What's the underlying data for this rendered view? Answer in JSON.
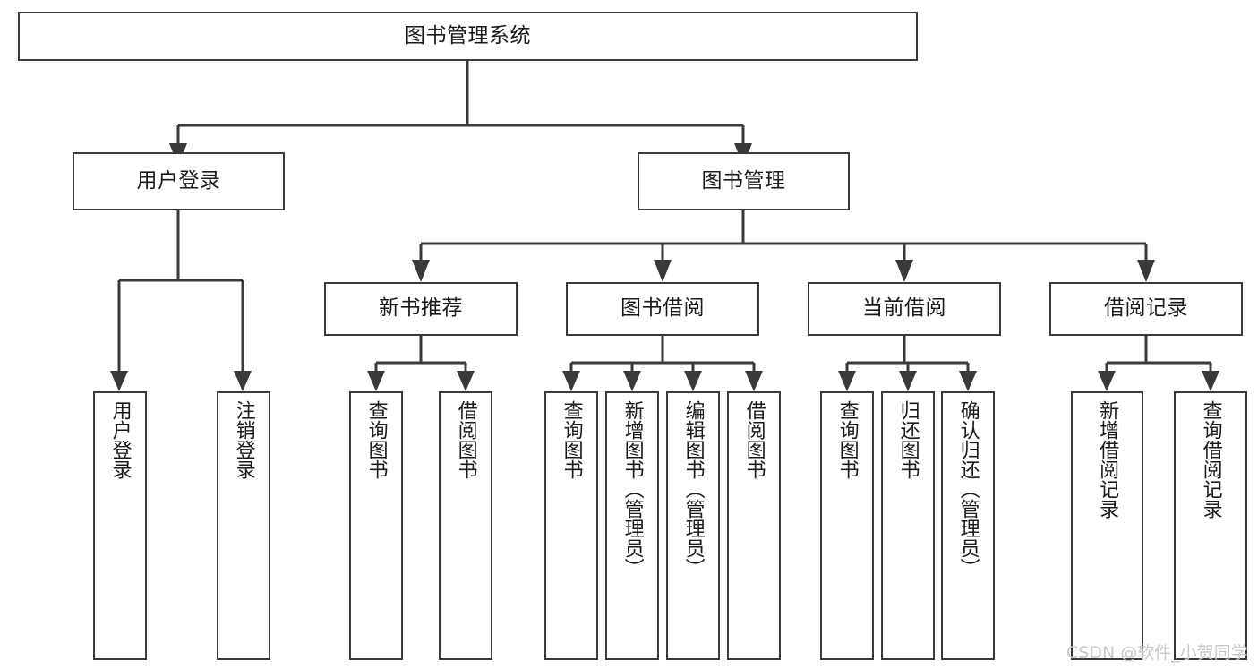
{
  "diagram": {
    "type": "tree-hierarchy",
    "title": "图书管理系统",
    "watermark": "CSDN @软件_小贺同学",
    "colors": {
      "border": "#3a3a3a",
      "background": "#ffffff",
      "text": "#1b1b1b",
      "connector": "#3a3a3a",
      "watermark": "#c9c9c9"
    },
    "levels": {
      "root": "图书管理系统",
      "level2": [
        "用户登录",
        "图书管理"
      ],
      "level3": [
        "新书推荐",
        "图书借阅",
        "当前借阅",
        "借阅记录"
      ],
      "level4": [
        "用户登录",
        "注销登录",
        "查询图书",
        "借阅图书",
        "查询图书",
        "新增图书（管理员）",
        "编辑图书（管理员）",
        "借阅图书",
        "查询图书",
        "归还图书",
        "确认归还（管理员）",
        "新增借阅记录",
        "查询借阅记录"
      ]
    },
    "nodes": {
      "root": {
        "label": "图书管理系统"
      },
      "user_login": {
        "label": "用户登录"
      },
      "book_manage": {
        "label": "图书管理"
      },
      "new_book_rec": {
        "label": "新书推荐"
      },
      "book_borrow": {
        "label": "图书借阅"
      },
      "current_borrow": {
        "label": "当前借阅"
      },
      "borrow_record": {
        "label": "借阅记录"
      },
      "leaf_user_login": {
        "label": "用户登录"
      },
      "leaf_logout": {
        "label": "注销登录"
      },
      "leaf_query_book_1": {
        "label": "查询图书"
      },
      "leaf_borrow_book_1": {
        "label": "借阅图书"
      },
      "leaf_query_book_2": {
        "label": "查询图书"
      },
      "leaf_add_book_admin": {
        "label": "新增图书（管理员）"
      },
      "leaf_edit_book_admin": {
        "label": "编辑图书（管理员）"
      },
      "leaf_borrow_book_2": {
        "label": "借阅图书"
      },
      "leaf_query_book_3": {
        "label": "查询图书"
      },
      "leaf_return_book": {
        "label": "归还图书"
      },
      "leaf_confirm_return_admin": {
        "label": "确认归还（管理员）"
      },
      "leaf_add_borrow_record": {
        "label": "新增借阅记录"
      },
      "leaf_query_borrow_record": {
        "label": "查询借阅记录"
      }
    }
  }
}
